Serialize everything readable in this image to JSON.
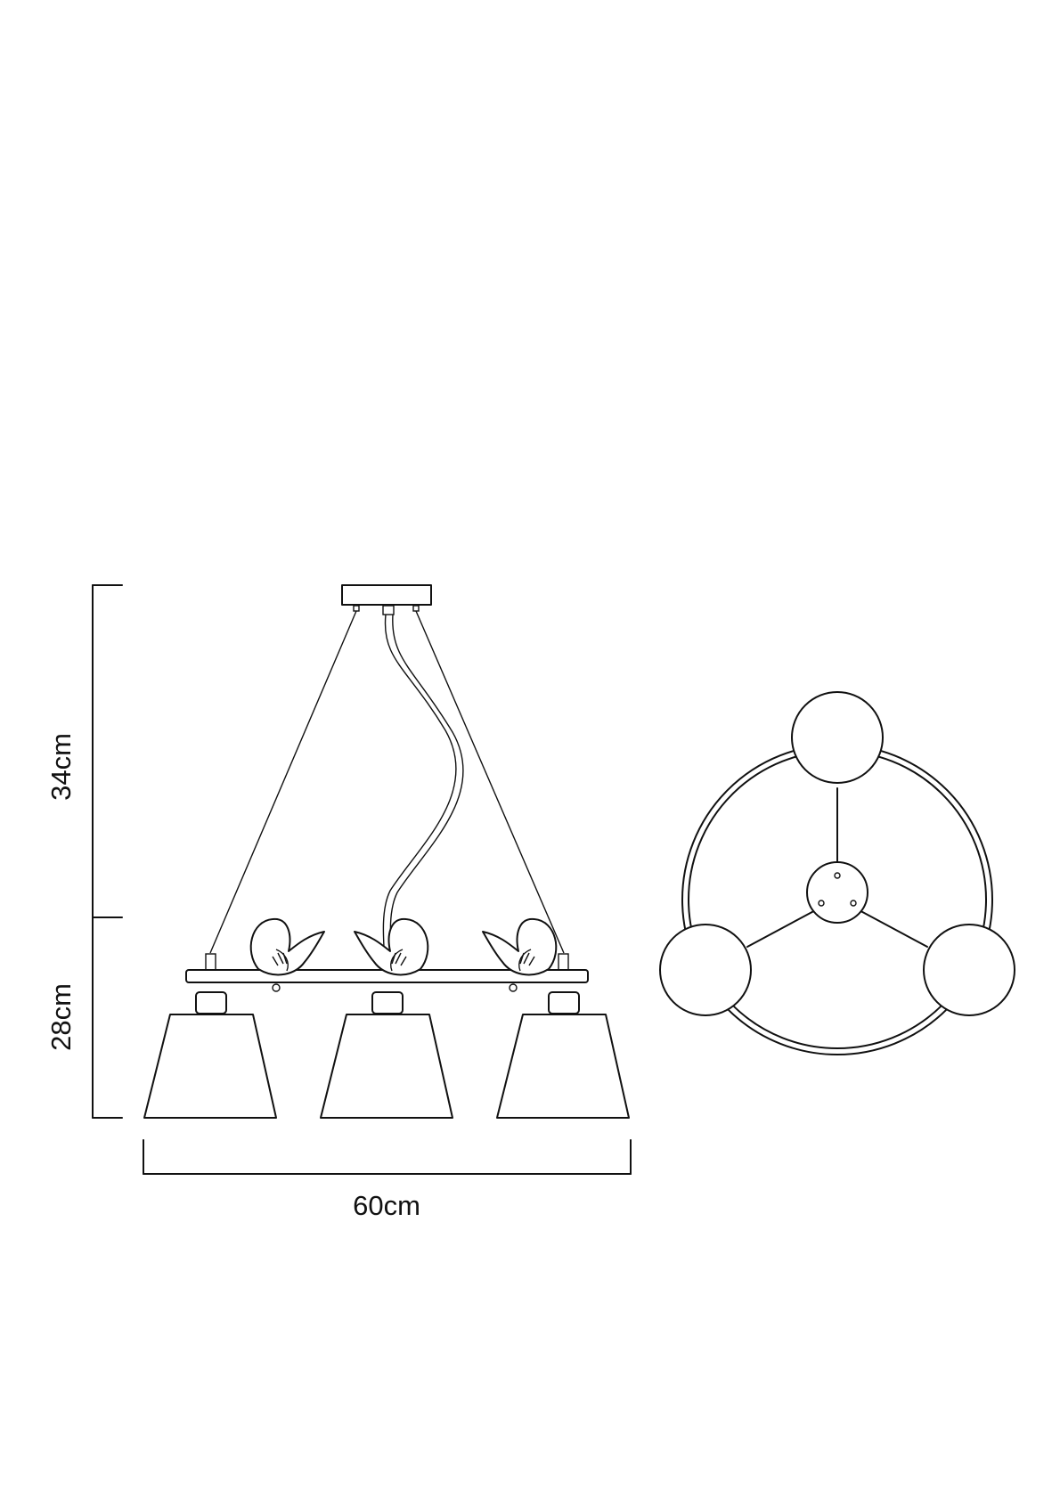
{
  "dimensions": {
    "upper_height": "34cm",
    "lower_height": "28cm",
    "width": "60cm"
  },
  "colors": {
    "line": "#111111",
    "background": "#ffffff"
  }
}
